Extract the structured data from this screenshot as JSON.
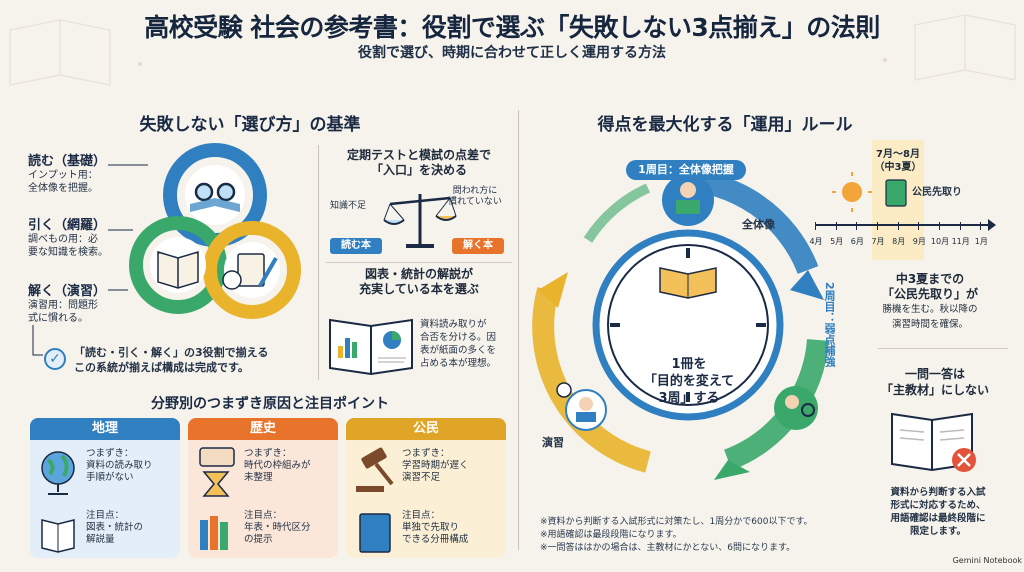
{
  "header": {
    "title": "高校受験 社会の参考書：役割で選ぶ「失敗しない3点揃え」の法則",
    "subtitle": "役割で選び、時期に合わせて正しく運用する方法"
  },
  "left": {
    "heading": "失敗しない「選び方」の基準",
    "roles": [
      {
        "title": "読む（基礎）",
        "desc1": "インプット用：",
        "desc2": "全体像を把握。"
      },
      {
        "title": "引く（網羅）",
        "desc1": "調べもの用：必",
        "desc2": "要な知識を検索。"
      },
      {
        "title": "解く（演習）",
        "desc1": "演習用：問題形",
        "desc2": "式に慣れる。"
      }
    ],
    "summary1": "「読む・引く・解く」の3役割で揃える",
    "summary2": "この系統が揃えば構成は完成です。",
    "gap": {
      "heading1": "定期テストと模試の点差で",
      "heading2": "「入口」を決める",
      "left_label": "知識不足",
      "right_label1": "問われ方に",
      "right_label2": "慣れていない",
      "left_btn": "読む本",
      "right_btn": "解く本"
    },
    "chart_book": {
      "heading1": "図表・統計の解説が",
      "heading2": "充実している本を選ぶ",
      "desc1": "資料読み取りが",
      "desc2": "合否を分ける。因",
      "desc3": "表が紙面の多くを",
      "desc4": "占める本が理想。"
    },
    "fields_heading": "分野別のつまずき原因と注目ポイント",
    "fields": [
      {
        "name": "地理",
        "color": "#2f7fc1",
        "bg": "#e4eef8",
        "stumble_label": "つまずき：",
        "stumble1": "資料の読み取り",
        "stumble2": "手順がない",
        "focus_label": "注目点：",
        "focus1": "図表・統計の",
        "focus2": "解説量"
      },
      {
        "name": "歴史",
        "color": "#e8742c",
        "bg": "#fbe7da",
        "stumble_label": "つまずき：",
        "stumble1": "時代の枠組みが",
        "stumble2": "未整理",
        "focus_label": "注目点：",
        "focus1": "年表・時代区分",
        "focus2": "の提示"
      },
      {
        "name": "公民",
        "color": "#e0a526",
        "bg": "#fbf0d5",
        "stumble_label": "つまずき：",
        "stumble1": "学習時期が遅く",
        "stumble2": "演習不足",
        "focus_label": "注目点：",
        "focus1": "単独で先取り",
        "focus2": "できる分冊構成"
      }
    ]
  },
  "right": {
    "heading": "得点を最大化する「運用」ルール",
    "round1": "1周目：全体像把握",
    "round2": "2周目：弱点補強",
    "overview_label": "全体像",
    "practice_label": "演習",
    "clock1": "1冊を",
    "clock2": "「目的を変えて",
    "clock3": "3周」する",
    "timeline": {
      "period1": "7月〜8月",
      "period2": "（中3夏）",
      "book_label": "公民先取り",
      "months": [
        "4月",
        "5月",
        "6月",
        "7月",
        "8月",
        "9月",
        "10月",
        "11月",
        "1月"
      ],
      "note1": "中3夏までの",
      "note2": "「公民先取り」が",
      "note3": "勝機を生む。秋以降の",
      "note4": "演習時間を確保。"
    },
    "qa": {
      "heading1": "一問一答は",
      "heading2": "「主教材」にしない",
      "desc1": "資料から判断する入試",
      "desc2": "形式に対応するため、",
      "desc3": "用語確認は最終段階に",
      "desc4": "限定します。"
    },
    "notes": [
      "※資料から判断する入試形式に対策たし、1周分かで600以下です。",
      "※用語確認は最段段階になります。",
      "※一問答ははかの場合は、主教材にかとない、6問になります。"
    ]
  },
  "brand": "Gemini Notebook",
  "colors": {
    "blue": "#2f7fc1",
    "green": "#3aa86b",
    "yellow": "#e9b42c",
    "orange": "#e8742c",
    "navy": "#1a2a44"
  }
}
